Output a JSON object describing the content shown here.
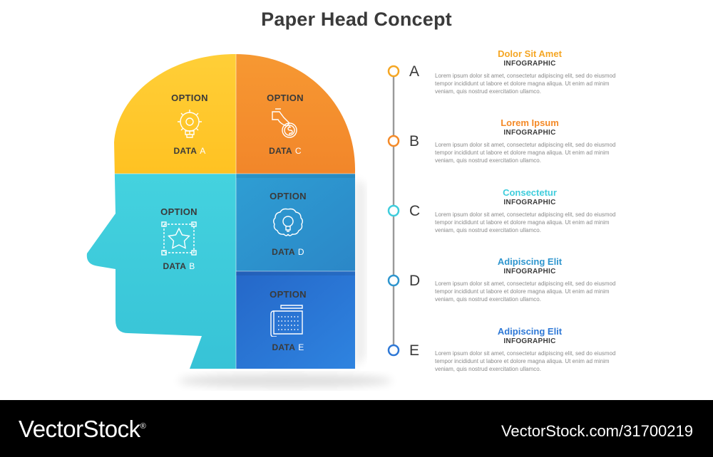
{
  "title": "Paper Head Concept",
  "colors": {
    "yellow": "#FFC52A",
    "orange": "#F48A28",
    "cyan": "#3FCDDC",
    "teal_blue": "#2E95CE",
    "blue": "#2E78D6"
  },
  "segments": [
    {
      "option": "OPTION",
      "data": "DATA",
      "letter": "A",
      "icon": "lightbulb-gear-icon"
    },
    {
      "option": "OPTION",
      "data": "DATA",
      "letter": "B",
      "icon": "star-frame-icon"
    },
    {
      "option": "OPTION",
      "data": "DATA",
      "letter": "C",
      "icon": "hand-coin-icon"
    },
    {
      "option": "OPTION",
      "data": "DATA",
      "letter": "D",
      "icon": "brain-bulb-icon"
    },
    {
      "option": "OPTION",
      "data": "DATA",
      "letter": "E",
      "icon": "blueprint-icon"
    }
  ],
  "timeline": [
    {
      "letter": "A",
      "title": "Dolor Sit Amet",
      "subtitle": "INFOGRAPHIC",
      "color": "#F5A623",
      "body": "Lorem ipsum dolor sit amet, consectetur adipiscing elit, sed do eiusmod tempor incididunt ut labore et dolore magna aliqua. Ut enim ad minim veniam, quis nostrud exercitation ullamco."
    },
    {
      "letter": "B",
      "title": "Lorem Ipsum",
      "subtitle": "INFOGRAPHIC",
      "color": "#F48A28",
      "body": "Lorem ipsum dolor sit amet, consectetur adipiscing elit, sed do eiusmod tempor incididunt ut labore et dolore magna aliqua. Ut enim ad minim veniam, quis nostrud exercitation ullamco."
    },
    {
      "letter": "C",
      "title": "Consectetur",
      "subtitle": "INFOGRAPHIC",
      "color": "#3FCDDC",
      "body": "Lorem ipsum dolor sit amet, consectetur adipiscing elit, sed do eiusmod tempor incididunt ut labore et dolore magna aliqua. Ut enim ad minim veniam, quis nostrud exercitation ullamco."
    },
    {
      "letter": "D",
      "title": "Adipiscing Elit",
      "subtitle": "INFOGRAPHIC",
      "color": "#2E95CE",
      "body": "Lorem ipsum dolor sit amet, consectetur adipiscing elit, sed do eiusmod tempor incididunt ut labore et dolore magna aliqua. Ut enim ad minim veniam, quis nostrud exercitation ullamco."
    },
    {
      "letter": "E",
      "title": "Adipiscing Elit",
      "subtitle": "INFOGRAPHIC",
      "color": "#2E78D6",
      "body": "Lorem ipsum dolor sit amet, consectetur adipiscing elit, sed do eiusmod tempor incididunt ut labore et dolore magna aliqua. Ut enim ad minim veniam, quis nostrud exercitation ullamco."
    }
  ],
  "footer": {
    "brand": "VectorStock",
    "reg": "®",
    "url": "VectorStock.com/31700219"
  }
}
